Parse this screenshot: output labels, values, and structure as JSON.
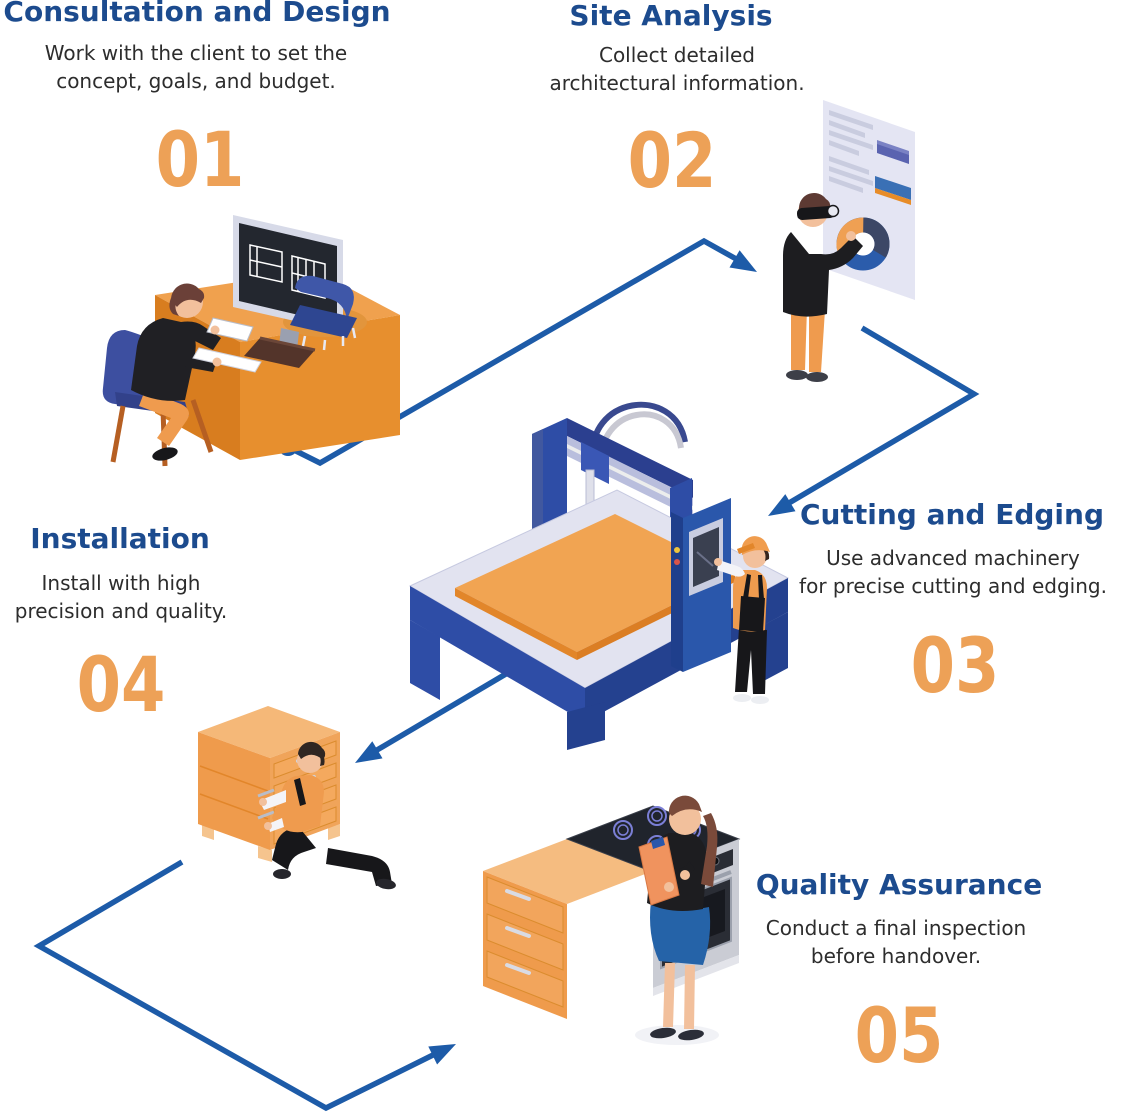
{
  "colors": {
    "background": "#ffffff",
    "step_title": "#1c4b8e",
    "step_description": "#2d2d2d",
    "step_number": "#eda157",
    "flow_arrow": "#1d5ba8",
    "illustration_orange": "#efa14e",
    "illustration_blue": "#2e4da6",
    "illustration_lavender": "#e2e3f0"
  },
  "steps": [
    {
      "number": "01",
      "title": "Consultation and Design",
      "description_lines": [
        "Work with the client to set the",
        "concept, goals, and budget."
      ],
      "illustration": "designer-working-at-desk-with-monitor"
    },
    {
      "number": "02",
      "title": "Site Analysis",
      "description_lines": [
        "Collect detailed",
        "architectural information."
      ],
      "illustration": "surveyor-with-vr-goggles-at-virtual-board"
    },
    {
      "number": "03",
      "title": "Cutting and Edging",
      "description_lines": [
        "Use advanced machinery",
        "for precise cutting and edging."
      ],
      "illustration": "operator-at-cnc-cutting-machine"
    },
    {
      "number": "04",
      "title": "Installation",
      "description_lines": [
        "Install with high",
        "precision and quality."
      ],
      "illustration": "installer-fitting-drawer-cabinet"
    },
    {
      "number": "05",
      "title": "Quality Assurance",
      "description_lines": [
        "Conduct a final inspection",
        "before handover."
      ],
      "illustration": "inspector-checking-kitchen-unit"
    }
  ],
  "flow": {
    "start_marker": "dot",
    "connectors": [
      {
        "from": "01",
        "to": "02"
      },
      {
        "from": "02",
        "to": "03"
      },
      {
        "from": "03",
        "to": "04"
      },
      {
        "from": "04",
        "to": "05"
      }
    ]
  }
}
